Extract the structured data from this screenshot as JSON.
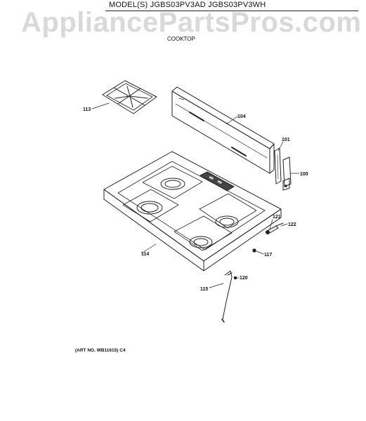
{
  "header": {
    "model_line": "MODEL(S) JGBS03PV3AD  JGBS03PV3WH",
    "watermark": "AppliancePartsPros.com",
    "section_title": "COOKTOP"
  },
  "callouts": {
    "grate": "113",
    "backsplash": "104",
    "end_cap": "101",
    "bracket": "100",
    "cooktop": "114",
    "clip": "121",
    "electrode": "122",
    "screw": "117",
    "gas_tube": "115",
    "fitting": "120"
  },
  "footer": {
    "art_number": "(ART NO. WB11615) C4"
  }
}
